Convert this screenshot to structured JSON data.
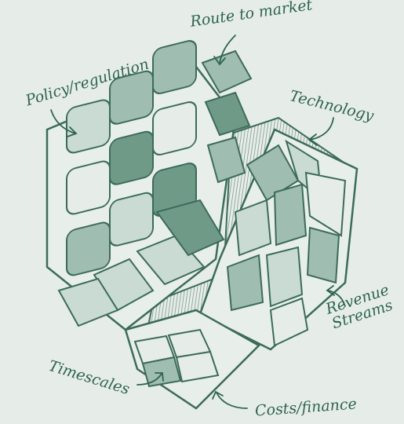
{
  "diagram": {
    "labels": {
      "route_to_market": "Route to market",
      "policy_regulation": "Policy/regulation",
      "technology": "Technology",
      "revenue_streams_line1": "Revenue",
      "revenue_streams_line2": "Streams",
      "timescales": "Timescales",
      "costs_finance": "Costs/finance"
    },
    "colors": {
      "background": "#e6ede9",
      "ink": "#2f6353",
      "sticker_light": "#c9dbd2",
      "sticker_mid": "#9fbdb0",
      "sticker_dark": "#6f9a88",
      "frame": "#e8efeb"
    }
  }
}
